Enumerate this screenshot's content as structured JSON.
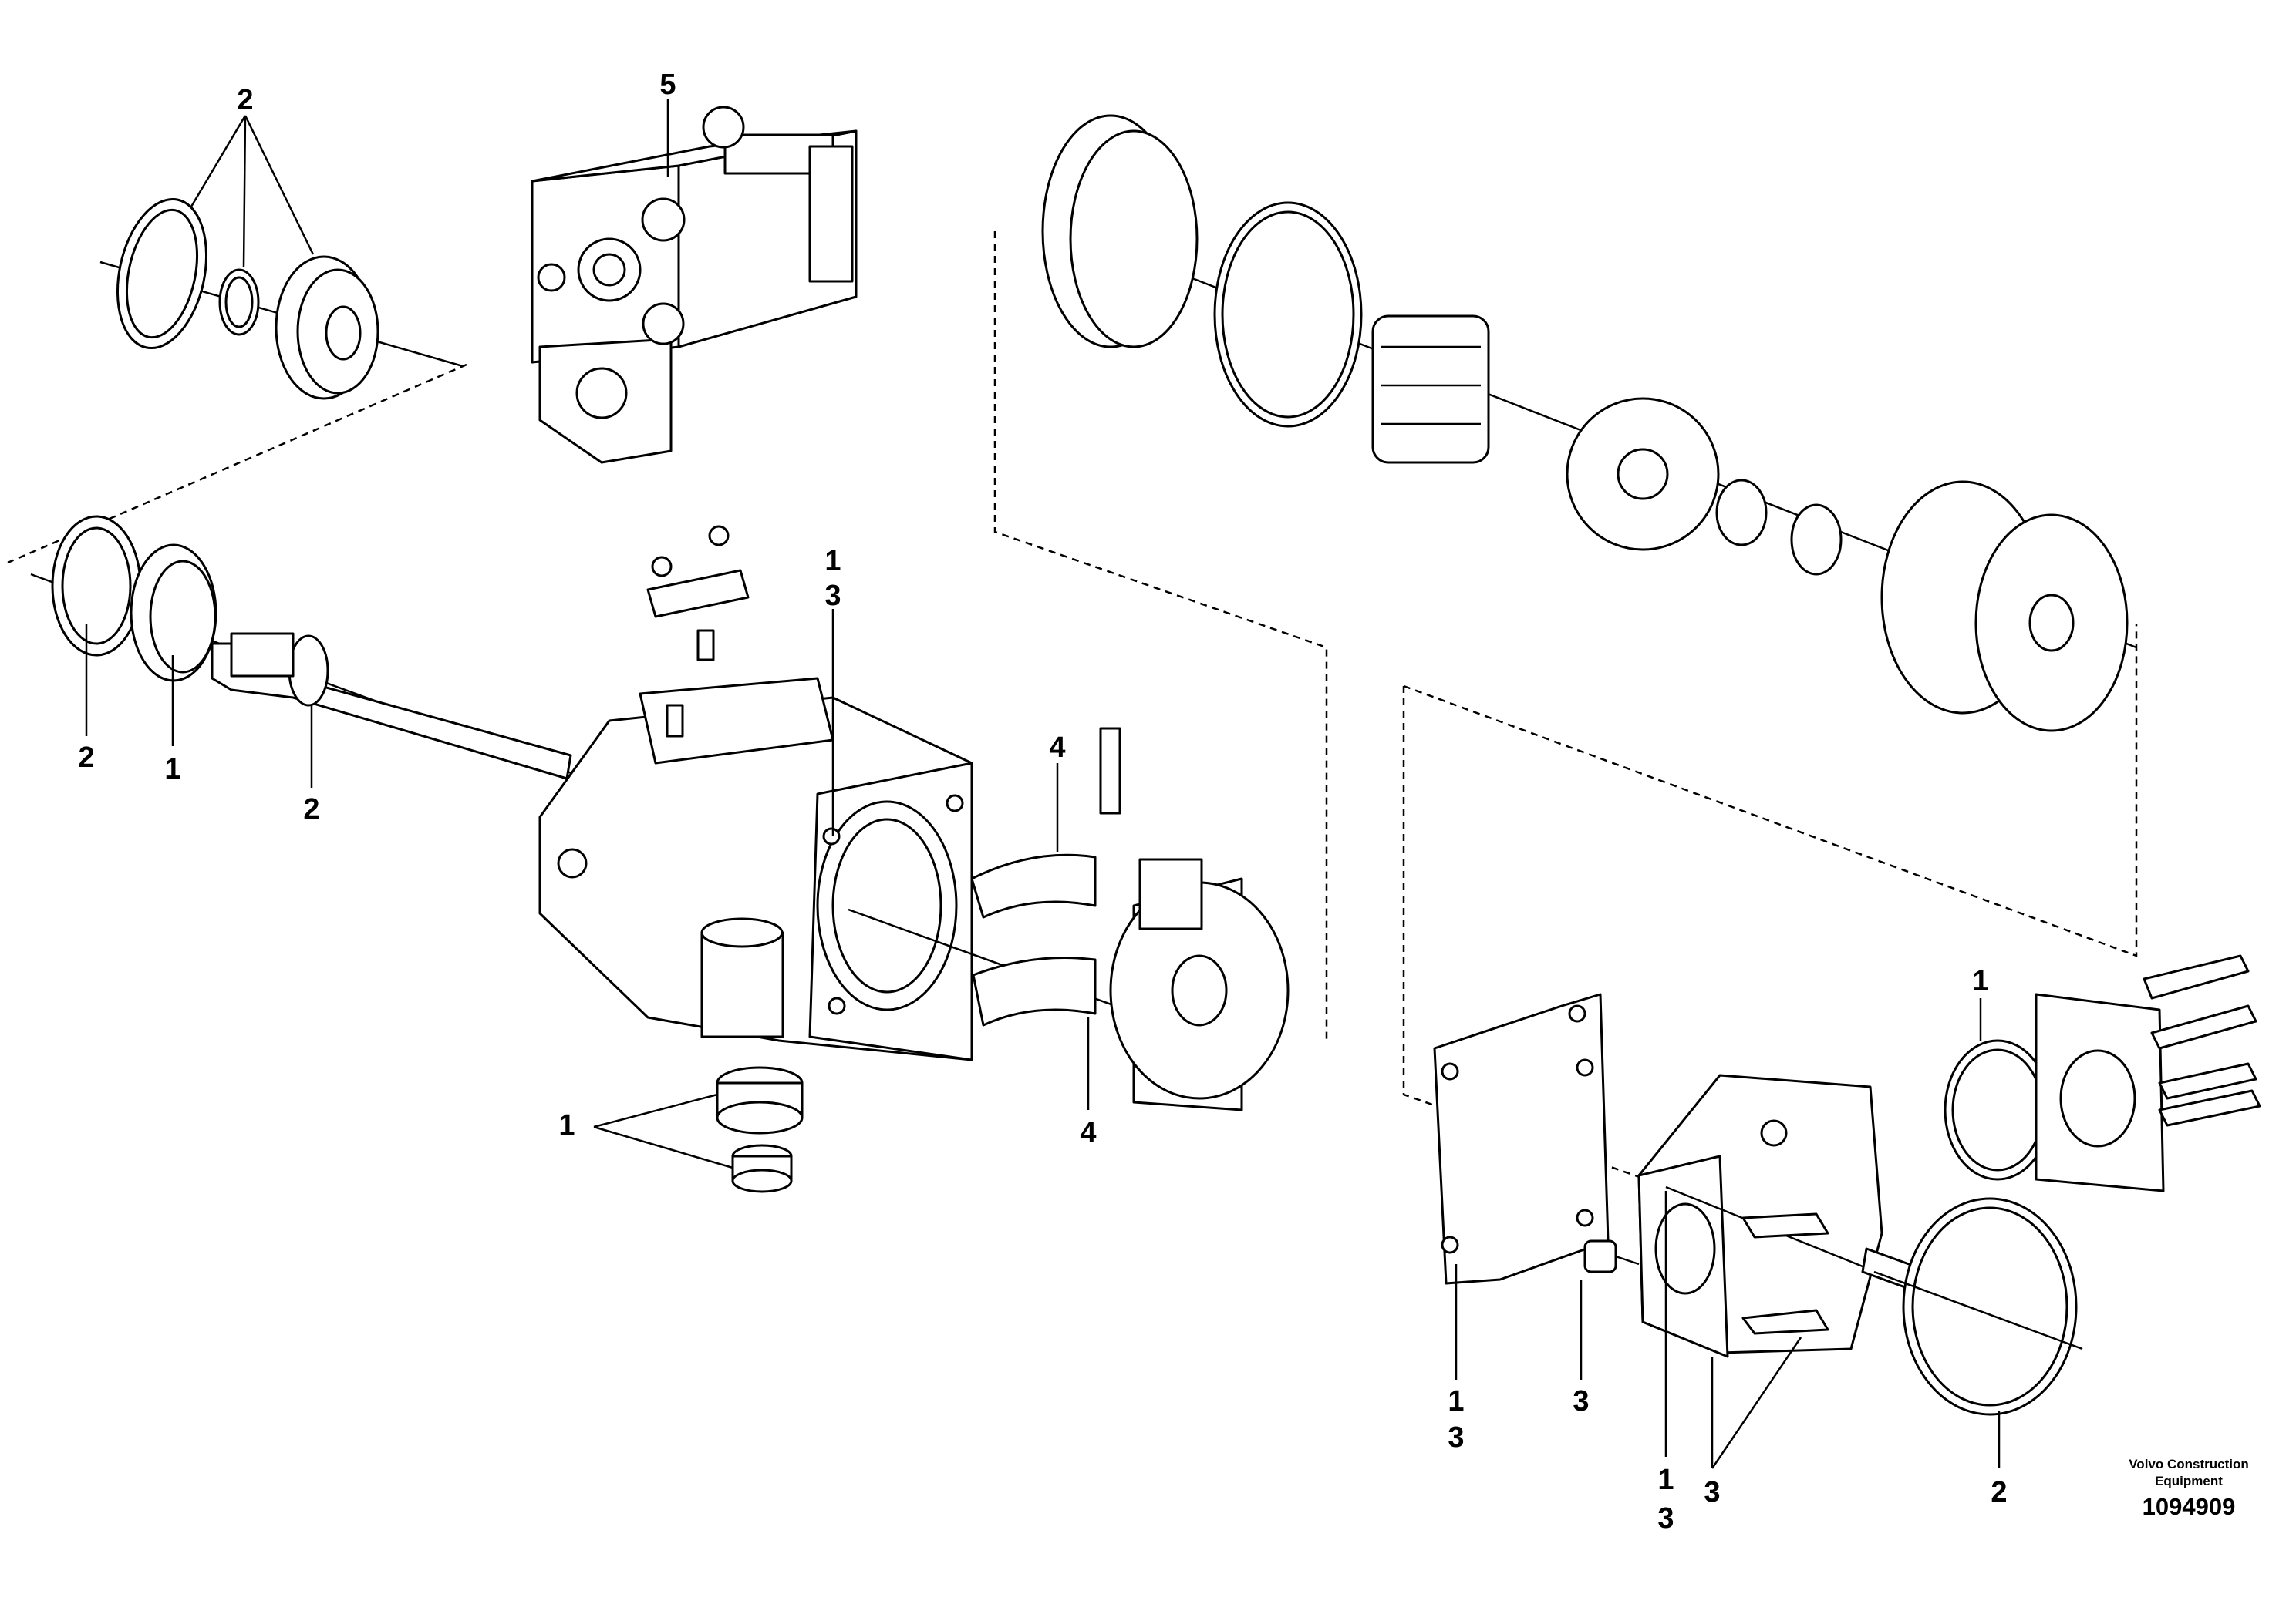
{
  "callouts": {
    "upper_left_circlip_group": "2",
    "valve_block": "5",
    "housing_top_1": "1",
    "housing_top_3": "3",
    "shaft_washer": "2",
    "shaft_seal": "1",
    "drive_shaft": "2",
    "bushing_upper": "4",
    "bushing_lower": "4",
    "plugs": "1",
    "oring_flange": "1",
    "gasket_1": "1",
    "gasket_3": "3",
    "plug_screw": "3",
    "pin_1": "1",
    "pin_3": "3",
    "bolts": "3",
    "oring_large": "2"
  },
  "footer": {
    "brand_line1": "Volvo Construction",
    "brand_line2": "Equipment",
    "reference_number": "1094909"
  }
}
